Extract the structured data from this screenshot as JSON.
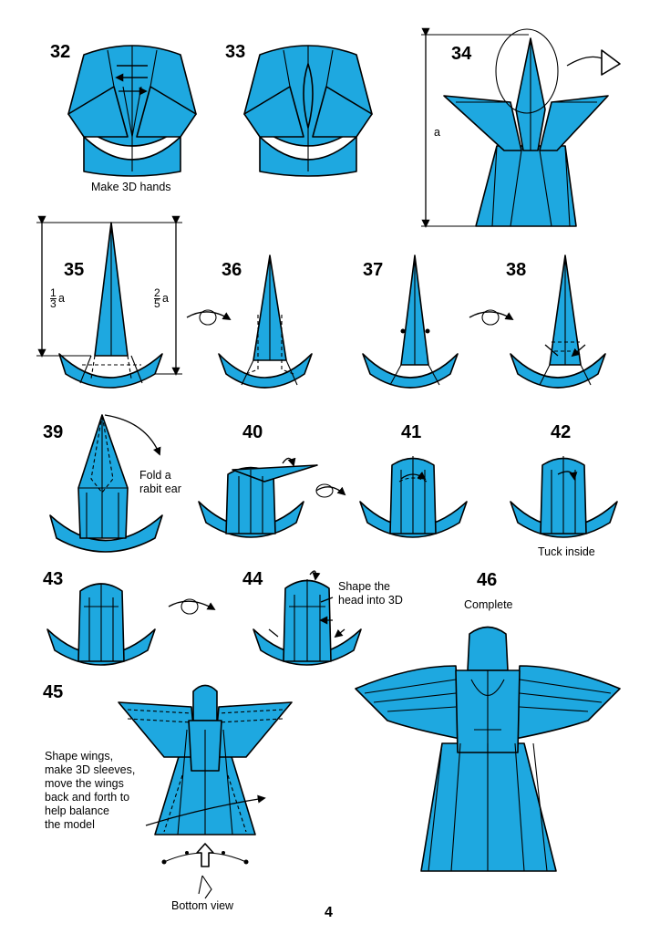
{
  "steps": [
    "32",
    "33",
    "34",
    "35",
    "36",
    "37",
    "38",
    "39",
    "40",
    "41",
    "42",
    "43",
    "44",
    "45",
    "46"
  ],
  "captions": {
    "s33": "Make 3D hands",
    "s39": "Fold a\nrabit ear",
    "s42": "Tuck inside",
    "s44": "Shape the\nhead into 3D",
    "s46": "Complete",
    "s45": "Shape wings,\nmake 3D sleeves,\nmove the wings\nback and forth to\nhelp balance\nthe model",
    "bottom_view": "Bottom view"
  },
  "dimensions": {
    "a": "a",
    "one_third_num": "1",
    "one_third_den": "3",
    "one_third_var": "a",
    "two_fifths_num": "2",
    "two_fifths_den": "5",
    "two_fifths_var": "a"
  },
  "page_number": "4",
  "colors": {
    "paper": "#1EA8E0",
    "outline": "#000000"
  }
}
